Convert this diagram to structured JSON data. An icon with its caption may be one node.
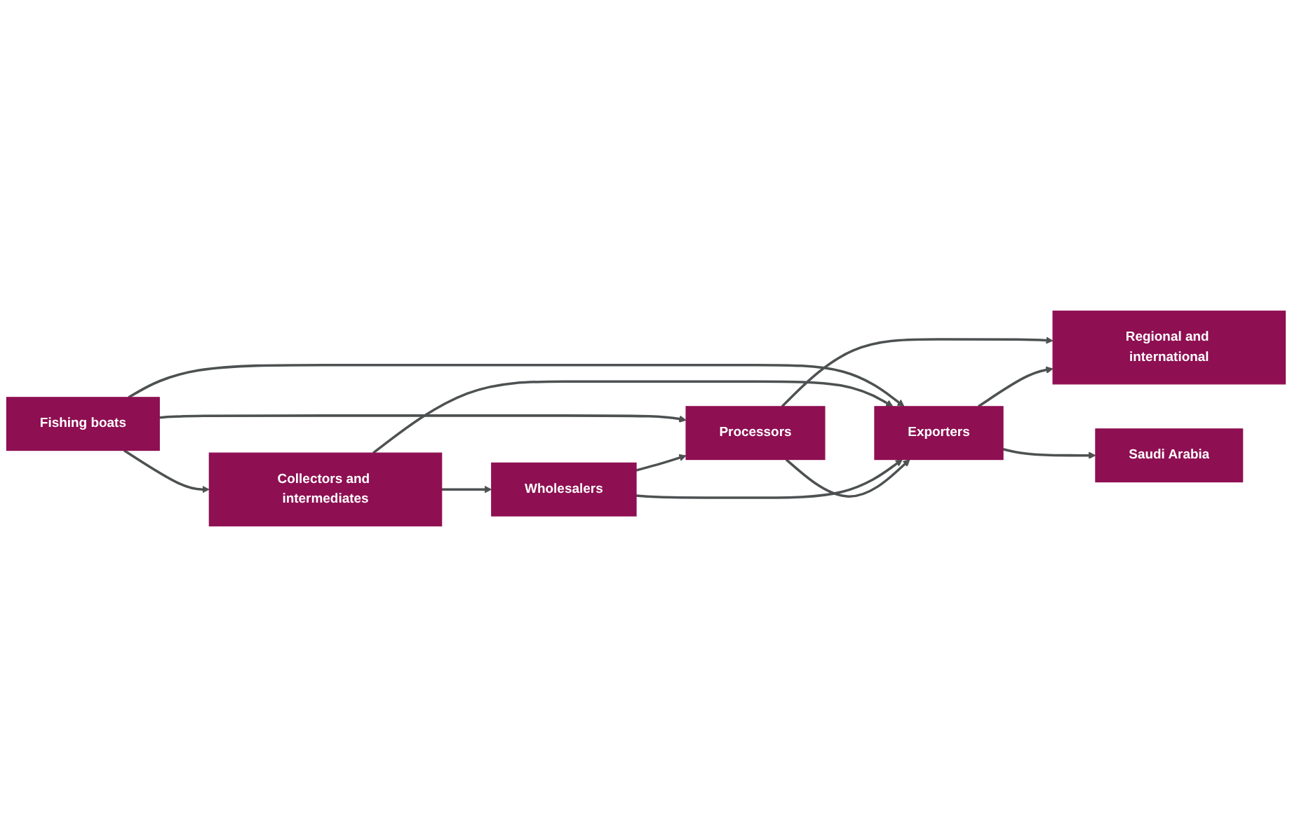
{
  "diagram": {
    "nodes": [
      {
        "text": [
          "Processors"
        ]
      },
      {
        "text": [
          "Wholesalers"
        ]
      },
      {
        "text": [
          "Collectors and intermediates"
        ]
      },
      {
        "text": [
          "Fishing boats"
        ]
      },
      {
        "text": [
          "Exporters"
        ]
      },
      {
        "text": [
          "Regional and international"
        ]
      },
      {
        "text": [
          "Saudi Arabia"
        ]
      }
    ],
    "edges": [
      {
        "from": 3,
        "to": 2,
        "arrow": "to"
      },
      {
        "from": 2,
        "to": 1,
        "arrow": "to"
      },
      {
        "from": 1,
        "to": 0,
        "arrow": "to"
      },
      {
        "from": 3,
        "to": 0,
        "arrow": "to"
      },
      {
        "from": 0,
        "to": 4,
        "arrow": "to"
      },
      {
        "from": 1,
        "to": 4,
        "arrow": "to"
      },
      {
        "from": 2,
        "to": 4,
        "arrow": "to"
      },
      {
        "from": 3,
        "to": 4,
        "arrow": "to"
      },
      {
        "from": 4,
        "to": 5,
        "arrow": "to"
      },
      {
        "from": 4,
        "to": 6,
        "arrow": "to"
      },
      {
        "from": 0,
        "to": 5,
        "arrow": "to"
      }
    ]
  }
}
